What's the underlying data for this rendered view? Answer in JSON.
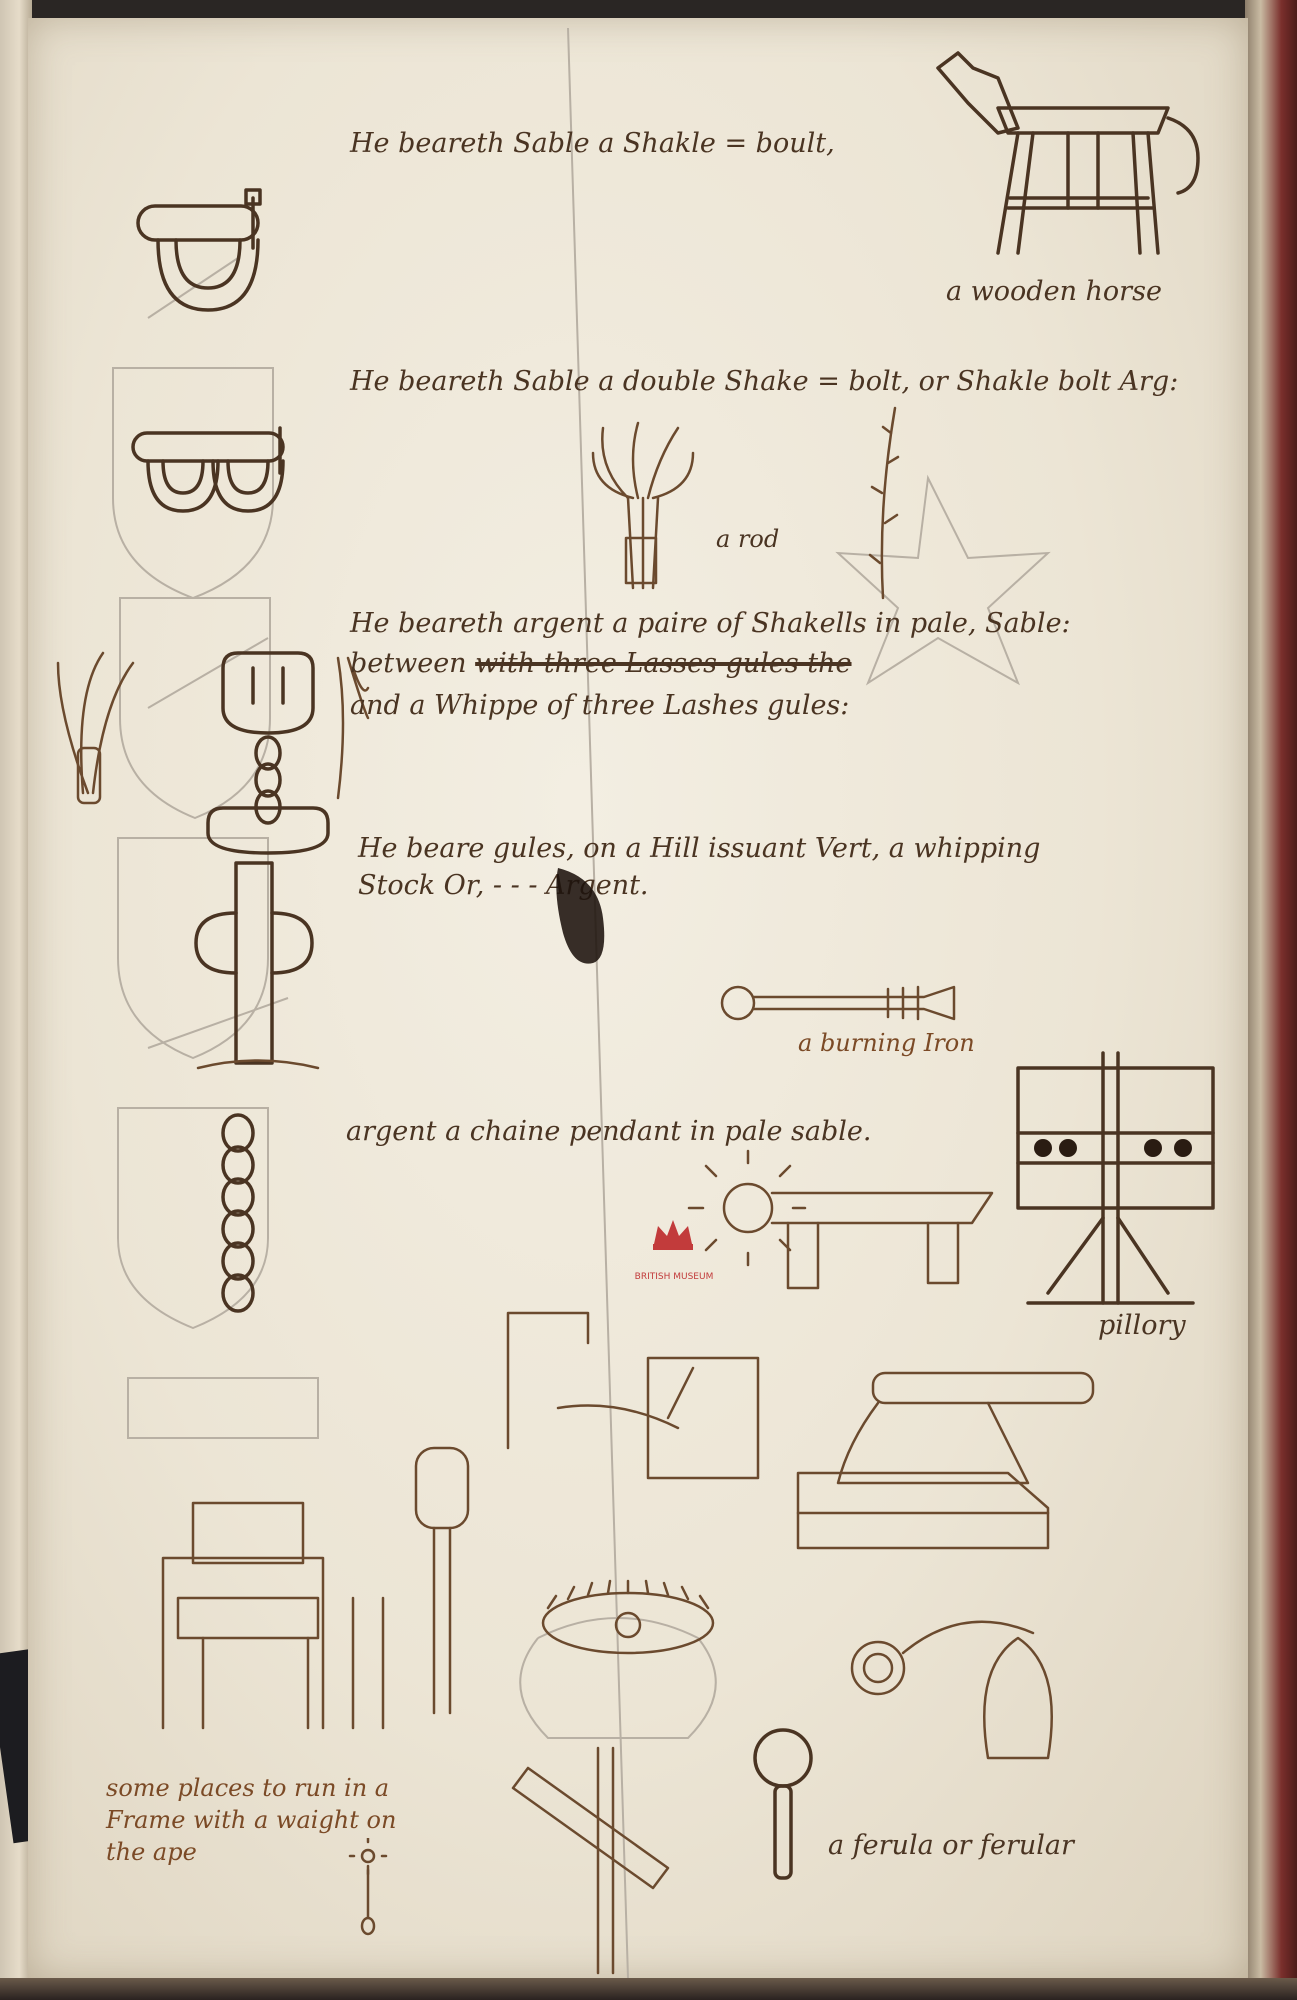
{
  "entries": [
    {
      "text": "He beareth Sable a Shakle = boult,"
    },
    {
      "text": "He beareth Sable a double Shake = bolt, or Shakle bolt Arg:"
    },
    {
      "line1": "He beareth argent a paire of Shakells in pale, Sable:",
      "line2_a": "between ",
      "line2_struck": "with three Lasses gules the",
      "line3": "and a Whippe of three Lashes gules:"
    },
    {
      "line1": "He beare gules, on a Hill issuant Vert, a whipping",
      "line2": "Stock Or,  - - -  Argent."
    },
    {
      "text": "argent a chaine pendant in pale sable."
    }
  ],
  "labels": {
    "wooden_horse": "a wooden horse",
    "rod": "a rod",
    "burning_iron": "a burning Iron",
    "pillory": "pillory",
    "ferula": "a ferula or ferular",
    "some_places": [
      "some places to run in a",
      "Frame with a waight on",
      "the ape"
    ]
  },
  "stamp_text": "BRITISH MUSEUM",
  "colors": {
    "ink": "#4a3422",
    "brown_ink": "#7b4a26",
    "paper": "#ece5d5",
    "stamp": "#c23b3b"
  }
}
